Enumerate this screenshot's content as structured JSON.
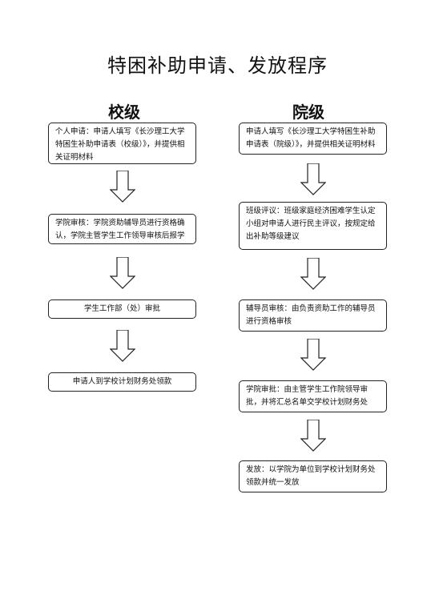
{
  "title": "特困补助申请、发放程序",
  "columns": {
    "left": {
      "heading": "校级",
      "steps": [
        "个人申请：申请人填写《长沙理工大学特困生补助申请表（校级）》，并提供相关证明材料",
        "学院审核：学院资助辅导员进行资格确认，学院主管学生工作领导审核后报学",
        "学生工作部（处）审批",
        "申请人到学校计划财务处领款"
      ]
    },
    "right": {
      "heading": "院级",
      "steps": [
        "申请人填写《长沙理工大学特困生补助申请表（院级）》，并提供相关证明材料",
        "班级评议：班级家庭经济困难学生认定小组对申请人进行民主评议，按规定给出补助等级建议",
        "辅导员审核：由负责资助工作的辅导员进行资格审核",
        "学院审批：由主管学生工作院领导审批，并将汇总名单交学校计划财务处",
        "发放：以学院为单位到学校计划财务处领款并统一发放"
      ]
    }
  }
}
